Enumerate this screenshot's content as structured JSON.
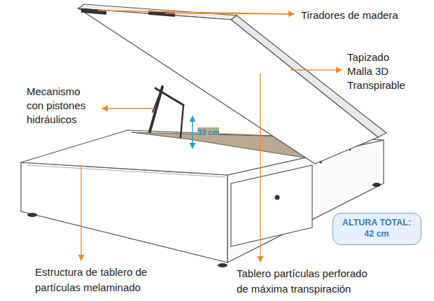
{
  "diagram": {
    "nodes": [
      {
        "text": [
          "ALTURA TOTAL:",
          "42 cm"
        ]
      }
    ],
    "labels": [
      "Tiradores de madera",
      "Tapizado Malla 3D Transpirable",
      "Mecanismo con pistones hidráulicos",
      "33 cm",
      "Estructura de tablero de partículas melaminado",
      "Tablero partículas perforado de máxima transpiración"
    ]
  }
}
